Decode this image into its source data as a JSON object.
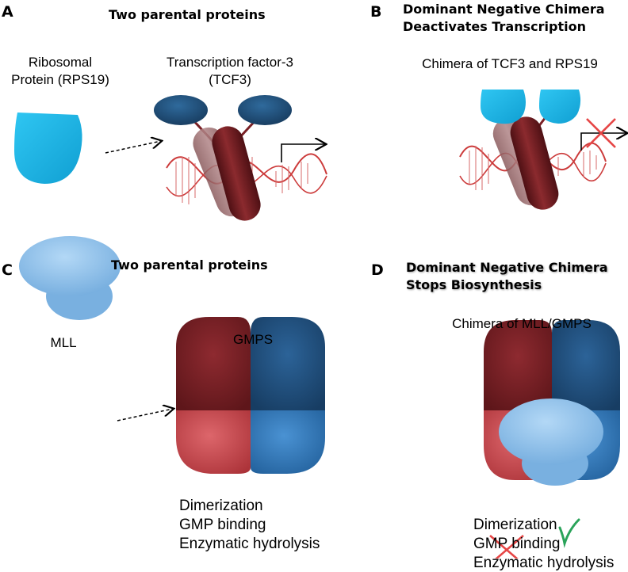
{
  "panels": {
    "a": {
      "letter": "A",
      "title": "Two parental proteins",
      "protein1_line1": "Ribosomal",
      "protein1_line2": "Protein (RPS19)",
      "protein2_line1": "Transcription factor-3",
      "protein2_line2": "(TCF3)"
    },
    "b": {
      "letter": "B",
      "title_line1": "Dominant Negative Chimera",
      "title_line2": "Deactivates Transcription",
      "chimera_label": "Chimera of TCF3 and RPS19"
    },
    "c": {
      "letter": "C",
      "title": "Two parental proteins",
      "protein1": "MLL",
      "protein2": "GMPS",
      "features": [
        "Dimerization",
        "GMP binding",
        "Enzymatic hydrolysis"
      ]
    },
    "d": {
      "letter": "D",
      "title_line1": "Dominant Negative Chimera",
      "title_line2": "Stops Biosynthesis",
      "chimera_label": "Chimera of MLL/GMPS",
      "features": [
        "Dimerization",
        "GMP binding",
        "Enzymatic hydrolysis"
      ]
    }
  },
  "colors": {
    "rps19": "#1fb8e8",
    "tcf3_dimer": "#1e4d78",
    "tcf3_stalk": "#6e1a1d",
    "dna": "#cc3b3b",
    "mll": "#8ec1ea",
    "gmps_dark_red": "#7a1f24",
    "gmps_red": "#c9474d",
    "gmps_dark_blue": "#1f4f7e",
    "gmps_blue": "#2e74b4",
    "block_cross": "#e64545",
    "check": "#2aa35a"
  },
  "icons": [
    "dashed-arrow-icon",
    "transcription-arrow-icon",
    "block-cross-icon",
    "check-mark-icon"
  ]
}
